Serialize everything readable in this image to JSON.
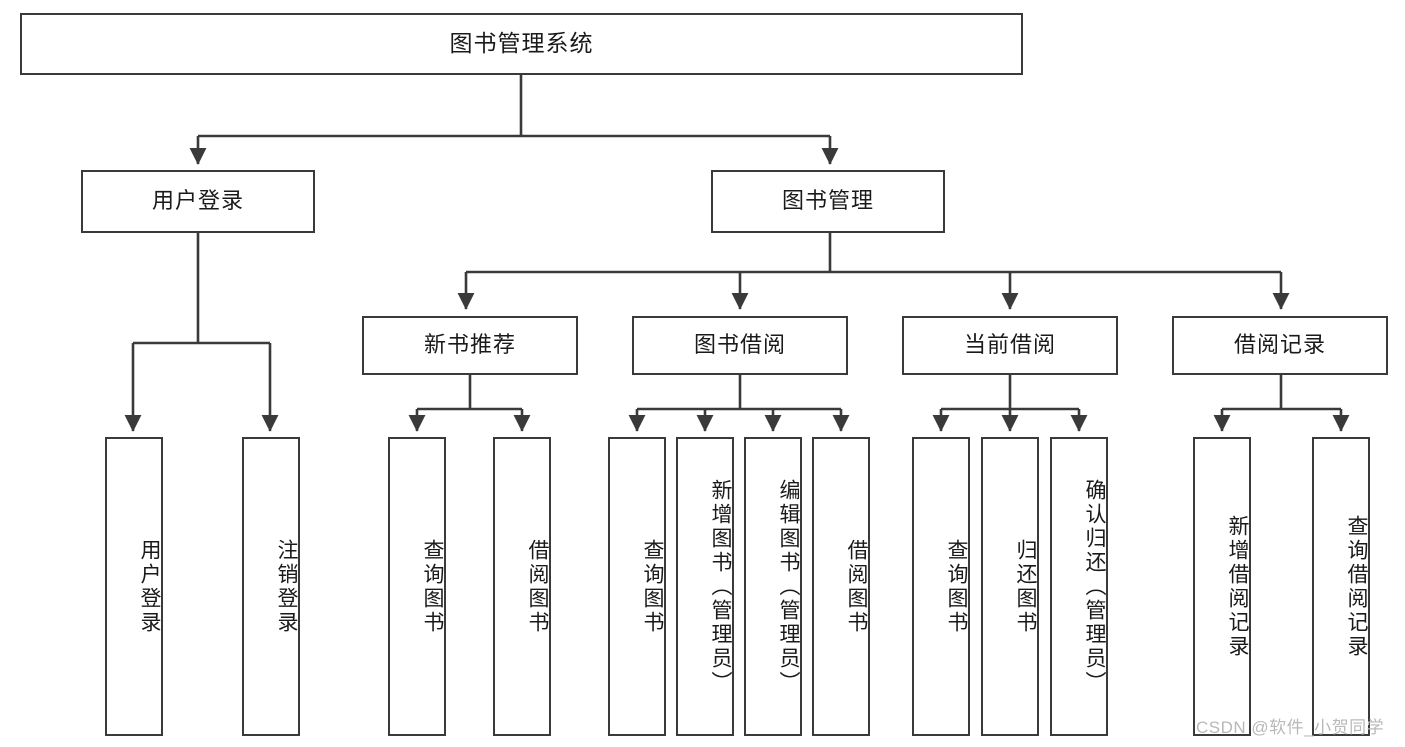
{
  "diagram": {
    "title": "图书管理系统",
    "watermark": "CSDN @软件_小贺同学",
    "stroke_color": "#3a3a3a",
    "background_color": "#ffffff",
    "text_color": "#1a1a1a",
    "levels": {
      "root": {
        "label": "图书管理系统"
      },
      "level2": [
        {
          "label": "用户登录"
        },
        {
          "label": "图书管理"
        }
      ],
      "level3": [
        {
          "label": "新书推荐"
        },
        {
          "label": "图书借阅"
        },
        {
          "label": "当前借阅"
        },
        {
          "label": "借阅记录"
        }
      ],
      "leaves_user_login": [
        {
          "label": "用户登录"
        },
        {
          "label": "注销登录"
        }
      ],
      "leaves_new_book": [
        {
          "label": "查询图书"
        },
        {
          "label": "借阅图书"
        }
      ],
      "leaves_borrow": [
        {
          "label": "查询图书"
        },
        {
          "label": "新增图书（管理员）"
        },
        {
          "label": "编辑图书（管理员）"
        },
        {
          "label": "借阅图书"
        }
      ],
      "leaves_current": [
        {
          "label": "查询图书"
        },
        {
          "label": "归还图书"
        },
        {
          "label": "确认归还（管理员）"
        }
      ],
      "leaves_records": [
        {
          "label": "新增借阅记录"
        },
        {
          "label": "查询借阅记录"
        }
      ]
    }
  }
}
